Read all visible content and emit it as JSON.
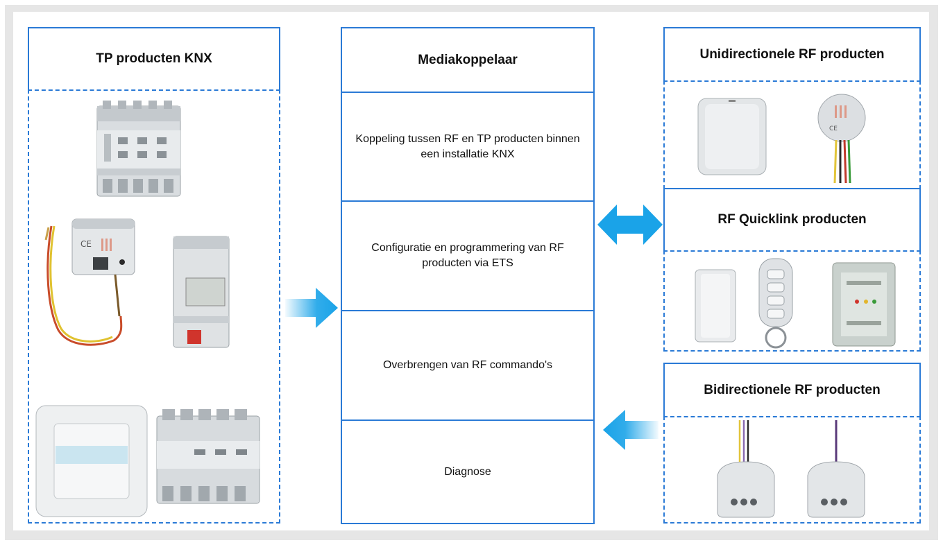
{
  "left": {
    "title": "TP producten KNX"
  },
  "center": {
    "title": "Mediakoppelaar",
    "rows": [
      "Koppeling tussen RF en TP producten binnen een installatie KNX",
      "Configuratie en programmering van RF producten via ETS",
      "Overbrengen van RF commando's",
      "Diagnose"
    ]
  },
  "right": {
    "uni": {
      "title": "Unidirectionele RF producten"
    },
    "quick": {
      "title": "RF Quicklink producten"
    },
    "bi": {
      "title": "Bidirectionele RF producten"
    }
  },
  "colors": {
    "border": "#2a7ad6",
    "arrow": "#1aa3e8",
    "frame": "#e6e6e6"
  },
  "icons": [
    "din-rail-module-icon",
    "flush-module-icon",
    "switch-plate-icon",
    "remote-keyfob-icon",
    "rf-module-icon"
  ]
}
